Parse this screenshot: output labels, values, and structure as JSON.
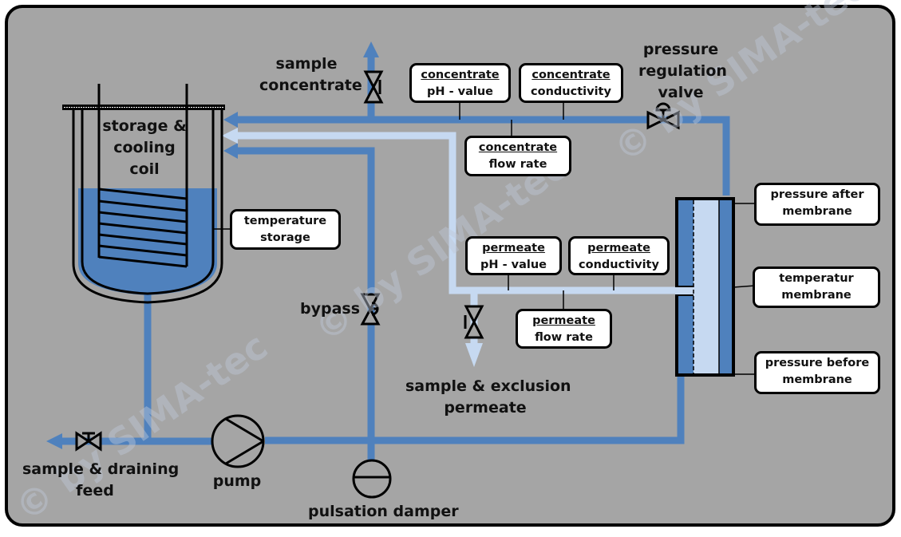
{
  "diagram": {
    "title": "Membrane filtration process flow diagram",
    "watermark": "© by SIMA-tec",
    "colors": {
      "background": "#a5a5a5",
      "concentrate_pipe": "#4f81bd",
      "permeate_pipe": "#c6d9f1",
      "liquid": "#4f81bd",
      "box_fill": "#ffffff",
      "outline": "#000000"
    },
    "labels": {
      "sample_concentrate": [
        "sample",
        "concentrate"
      ],
      "pressure_regulation_valve": [
        "pressure",
        "regulation",
        "valve"
      ],
      "storage_cooling_coil": [
        "storage &",
        "cooling",
        "coil"
      ],
      "bypass": "bypass",
      "sample_exclusion_permeate": [
        "sample & exclusion",
        "permeate"
      ],
      "sample_draining_feed": [
        "sample & draining",
        "feed"
      ],
      "pump": "pump",
      "pulsation_damper": "pulsation damper"
    },
    "sensors": {
      "concentrate_ph": {
        "line1": "concentrate",
        "line2": "pH - value"
      },
      "concentrate_conductivity": {
        "line1": "concentrate",
        "line2": "conductivity"
      },
      "concentrate_flow_rate": {
        "line1": "concentrate",
        "line2": "flow rate"
      },
      "temperature_storage": {
        "line1": "temperature",
        "line2": "storage"
      },
      "permeate_ph": {
        "line1": "permeate",
        "line2": "pH - value"
      },
      "permeate_conductivity": {
        "line1": "permeate",
        "line2": "conductivity"
      },
      "permeate_flow_rate": {
        "line1": "permeate",
        "line2": "flow rate"
      },
      "pressure_after_membrane": {
        "line1": "pressure after",
        "line2": "membrane"
      },
      "temperature_membrane": {
        "line1": "temperatur",
        "line2": "membrane"
      },
      "pressure_before_membrane": {
        "line1": "pressure before",
        "line2": "membrane"
      }
    }
  }
}
